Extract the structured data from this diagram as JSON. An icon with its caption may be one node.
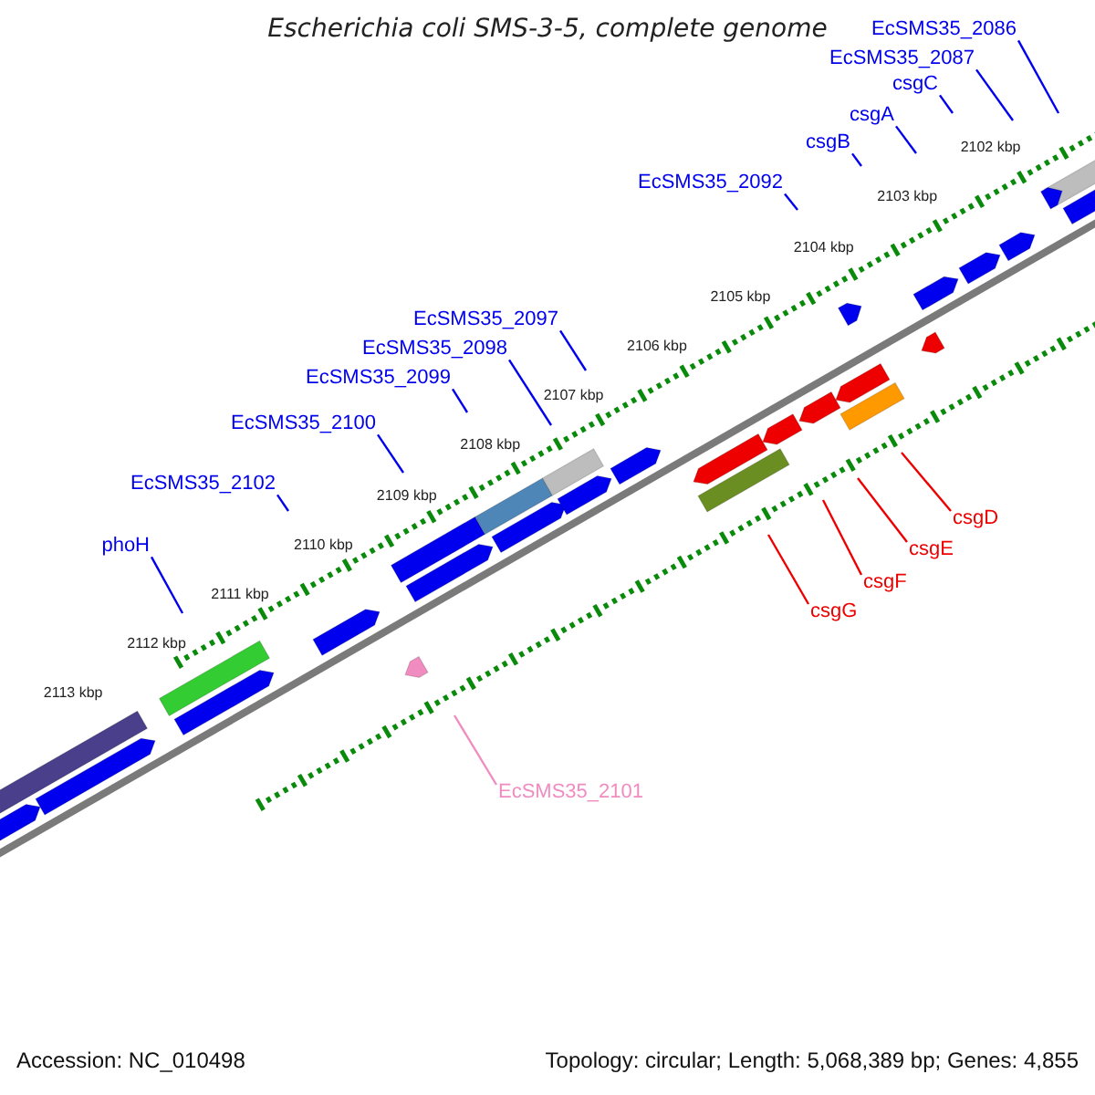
{
  "diagram": {
    "title": "Escherichia coli SMS-3-5, complete genome",
    "nodes": [
      {
        "text": [
          "EcSMS35_2086"
        ]
      },
      {
        "text": [
          "EcSMS35_2087"
        ]
      },
      {
        "text": [
          "csgC"
        ]
      },
      {
        "text": [
          "csgA"
        ]
      },
      {
        "text": [
          "csgB"
        ]
      },
      {
        "text": [
          "EcSMS35_2092"
        ]
      },
      {
        "text": [
          "EcSMS35_2097"
        ]
      },
      {
        "text": [
          "EcSMS35_2098"
        ]
      },
      {
        "text": [
          "EcSMS35_2099"
        ]
      },
      {
        "text": [
          "EcSMS35_2100"
        ]
      },
      {
        "text": [
          "EcSMS35_2102"
        ]
      },
      {
        "text": [
          "phoH"
        ]
      },
      {
        "text": [
          "csgD"
        ]
      },
      {
        "text": [
          "csgE"
        ]
      },
      {
        "text": [
          "csgF"
        ]
      },
      {
        "text": [
          "csgG"
        ]
      },
      {
        "text": [
          "EcSMS35_2101"
        ]
      }
    ],
    "edges": [
      {
        "from": 0,
        "to": null,
        "arrow": "none"
      },
      {
        "from": 1,
        "to": null,
        "arrow": "none"
      },
      {
        "from": 2,
        "to": null,
        "arrow": "none"
      },
      {
        "from": 3,
        "to": null,
        "arrow": "none"
      },
      {
        "from": 4,
        "to": null,
        "arrow": "none"
      },
      {
        "from": 5,
        "to": null,
        "arrow": "none"
      },
      {
        "from": 6,
        "to": null,
        "arrow": "none"
      },
      {
        "from": 7,
        "to": null,
        "arrow": "none"
      },
      {
        "from": 8,
        "to": null,
        "arrow": "none"
      },
      {
        "from": 9,
        "to": null,
        "arrow": "none"
      },
      {
        "from": 10,
        "to": null,
        "arrow": "none"
      },
      {
        "from": 11,
        "to": null,
        "arrow": "none"
      },
      {
        "from": 12,
        "to": null,
        "arrow": "none",
        "color": "#ee0000"
      },
      {
        "from": 13,
        "to": null,
        "arrow": "none",
        "color": "#ee0000"
      },
      {
        "from": 14,
        "to": null,
        "arrow": "none",
        "color": "#ee0000"
      },
      {
        "from": 15,
        "to": null,
        "arrow": "none",
        "color": "#ee0000"
      },
      {
        "from": 16,
        "to": null,
        "arrow": "none",
        "color": "#f08cc0"
      }
    ],
    "labels": [
      "2102 kbp",
      "2103 kbp",
      "2104 kbp",
      "2105 kbp",
      "2106 kbp",
      "2107 kbp",
      "2108 kbp",
      "2109 kbp",
      "2110 kbp",
      "2111 kbp",
      "2112 kbp",
      "2113 kbp",
      "Accession: NC_010498",
      "Topology: circular; Length: 5,068,389 bp; Genes: 4,855"
    ]
  }
}
